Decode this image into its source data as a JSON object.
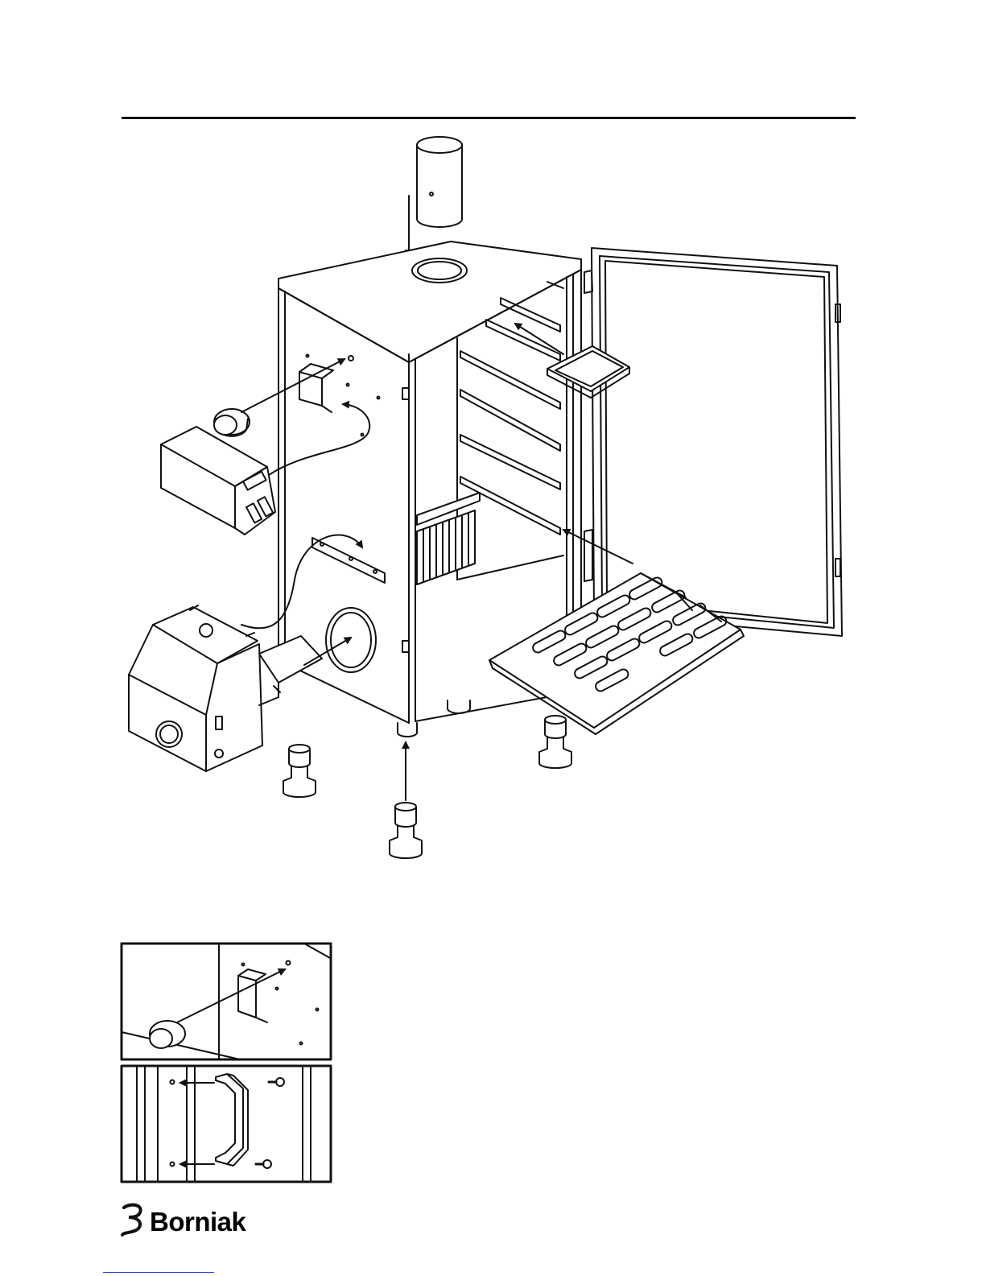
{
  "brand": {
    "name": "Borniak",
    "color": "#111111"
  },
  "colors": {
    "ink": "#111111",
    "paper": "#ffffff",
    "footer_rule": "#2a3fd6"
  },
  "figures": {
    "main": "smoker-exploded-assembly",
    "detail_top": "control-box-bracket-detail",
    "detail_bottom": "door-handle-detail"
  }
}
